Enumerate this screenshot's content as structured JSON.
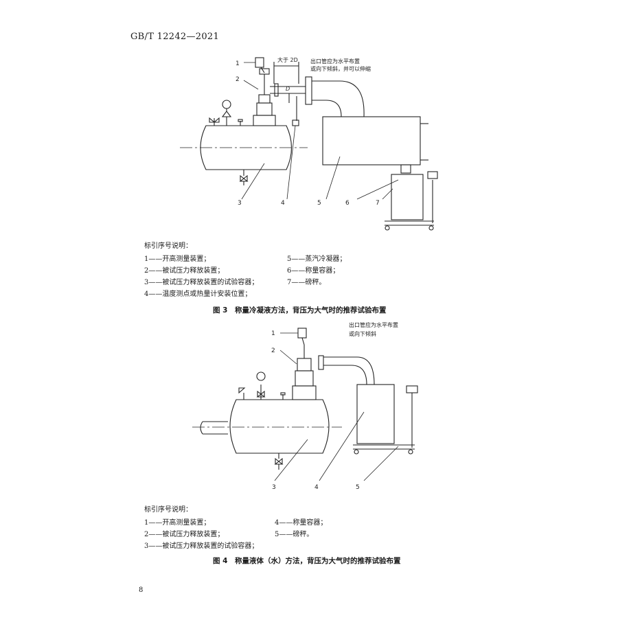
{
  "header": {
    "standard": "GB/T 12242—2021"
  },
  "figure3": {
    "callouts": [
      "1",
      "2",
      "3",
      "4",
      "5",
      "6",
      "7"
    ],
    "dim_label": "大于 2D",
    "d_label": "D",
    "note_line1": "出口管应为水平布置",
    "note_line2": "或向下倾斜，并可以伸缩",
    "legend_title": "标引序号说明：",
    "legend": [
      "1——开高测量装置；",
      "2——被试压力释放装置；",
      "3——被试压力释放装置的试验容器；",
      "4——温度测点或热量计安装位置；",
      "5——蒸汽冷凝器；",
      "6——称量容器；",
      "7——磅秤。"
    ],
    "caption": "图 3　称量冷凝液方法，背压为大气时的推荐试验布置"
  },
  "figure4": {
    "callouts": [
      "1",
      "2",
      "3",
      "4",
      "5"
    ],
    "note_line1": "出口管应为水平布置",
    "note_line2": "或向下倾斜",
    "legend_title": "标引序号说明：",
    "legend": [
      "1——开高测量装置；",
      "2——被试压力释放装置；",
      "3——被试压力释放装置的试验容器；",
      "4——称量容器；",
      "5——磅秤。"
    ],
    "caption": "图 4　称量液体（水）方法，背压为大气时的推荐试验布置"
  },
  "page_number": "8"
}
